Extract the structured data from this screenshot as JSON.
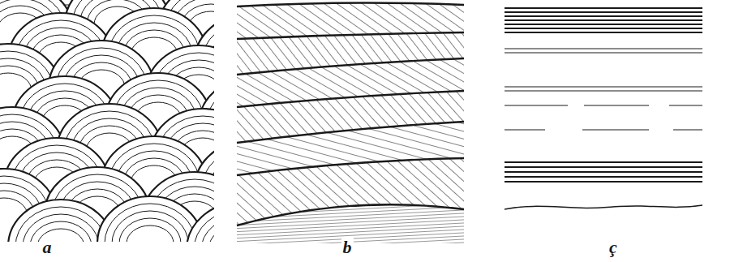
{
  "diagram": {
    "labels": [
      "a",
      "b",
      "ç"
    ]
  }
}
